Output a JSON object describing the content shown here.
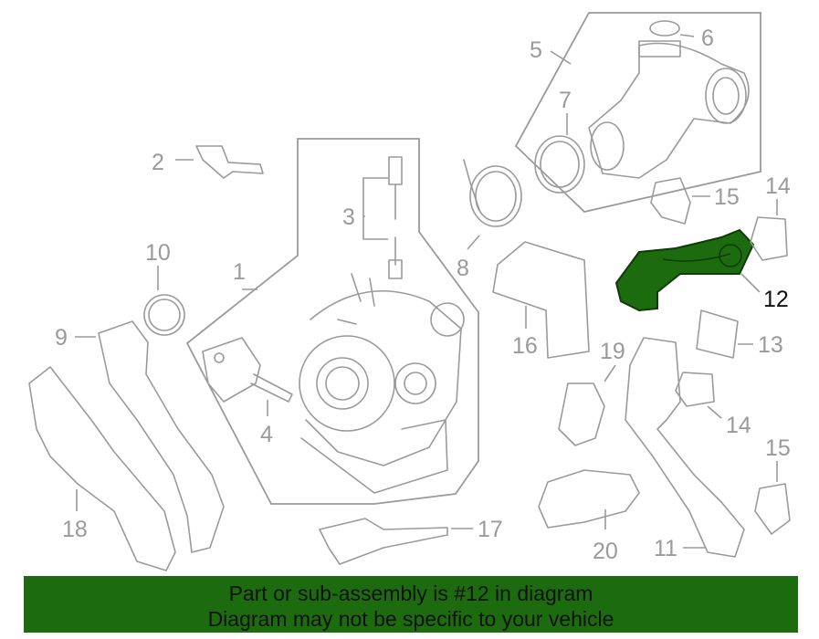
{
  "diagram": {
    "callouts": [
      {
        "id": "c1",
        "label": "1"
      },
      {
        "id": "c2",
        "label": "2"
      },
      {
        "id": "c3",
        "label": "3"
      },
      {
        "id": "c4",
        "label": "4"
      },
      {
        "id": "c5",
        "label": "5"
      },
      {
        "id": "c6",
        "label": "6"
      },
      {
        "id": "c7",
        "label": "7"
      },
      {
        "id": "c8",
        "label": "8"
      },
      {
        "id": "c9",
        "label": "9"
      },
      {
        "id": "c10",
        "label": "10"
      },
      {
        "id": "c11",
        "label": "11"
      },
      {
        "id": "c12",
        "label": "12"
      },
      {
        "id": "c13",
        "label": "13"
      },
      {
        "id": "c14a",
        "label": "14"
      },
      {
        "id": "c14b",
        "label": "14"
      },
      {
        "id": "c15a",
        "label": "15"
      },
      {
        "id": "c15b",
        "label": "15"
      },
      {
        "id": "c16",
        "label": "16"
      },
      {
        "id": "c17",
        "label": "17"
      },
      {
        "id": "c18",
        "label": "18"
      },
      {
        "id": "c19",
        "label": "19"
      },
      {
        "id": "c20",
        "label": "20"
      }
    ],
    "highlight_color": "#1d6b0f",
    "line_color": "#9a9a9a"
  },
  "banner": {
    "line1": "Part or sub-assembly is #12 in diagram",
    "line2": "Diagram may not be specific to your vehicle",
    "background": "#1d6b0f"
  }
}
